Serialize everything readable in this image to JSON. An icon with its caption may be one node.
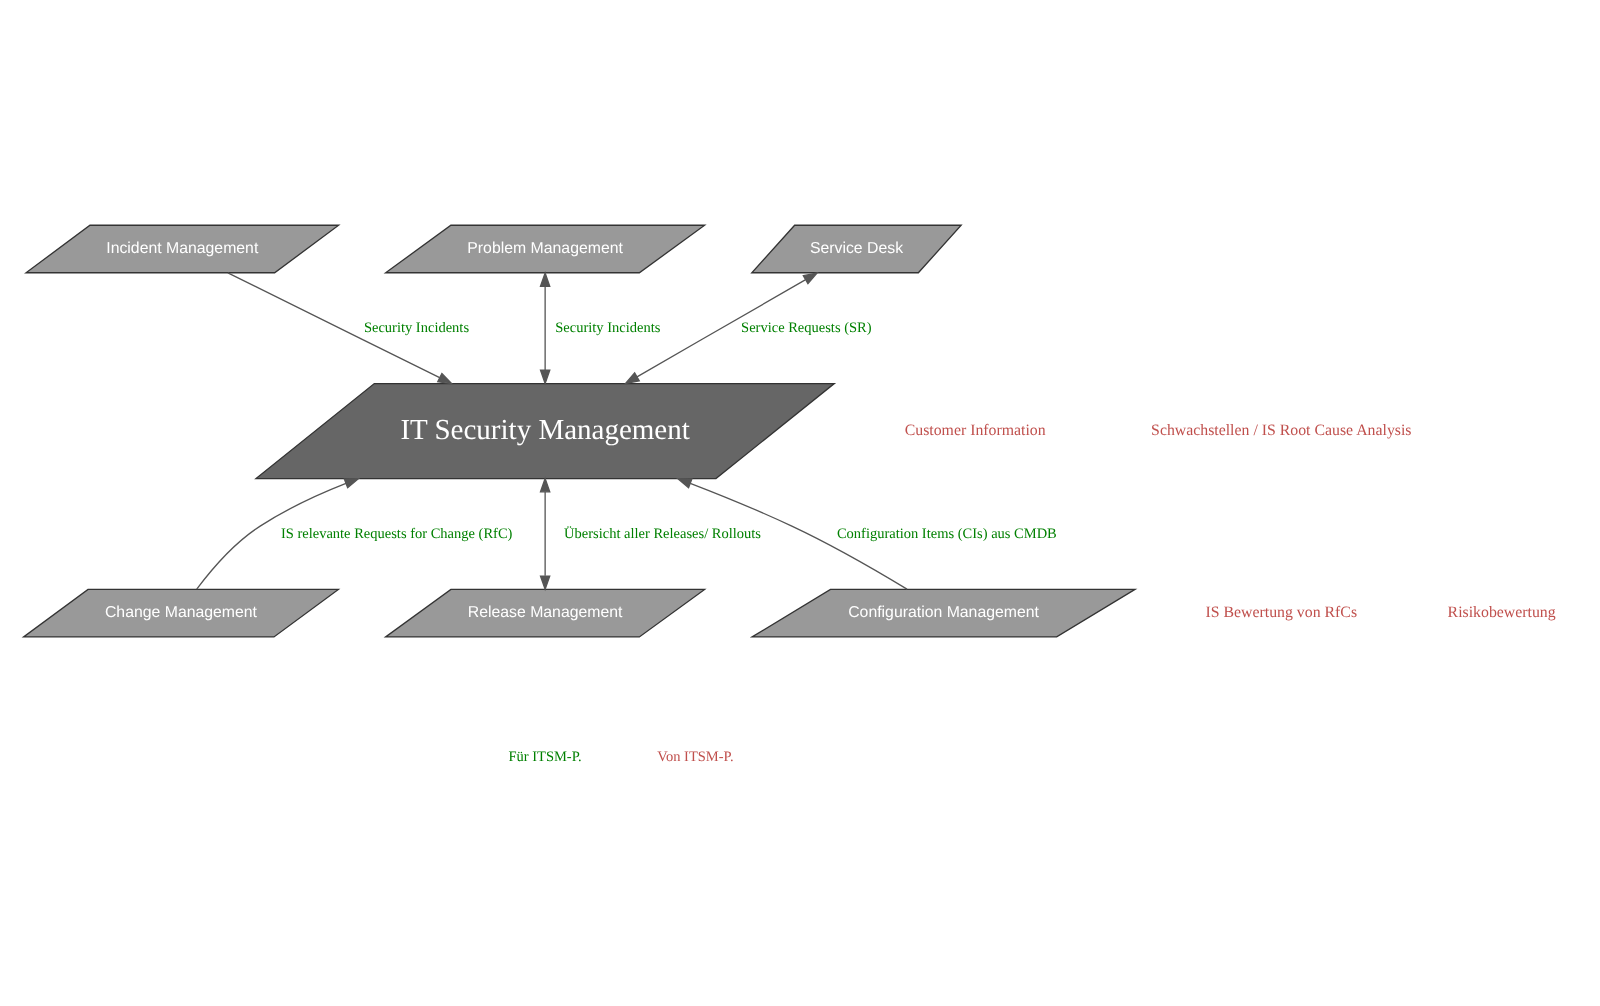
{
  "diagram": {
    "nodes": [
      {
        "text": [
          "Incident Management"
        ]
      },
      {
        "text": [
          "Problem Management"
        ]
      },
      {
        "text": [
          "Service Desk"
        ]
      },
      {
        "text": [
          "IT Security Management"
        ]
      },
      {
        "text": [
          "Change Management"
        ]
      },
      {
        "text": [
          "Release Management"
        ]
      },
      {
        "text": [
          "Configuration Management"
        ]
      }
    ],
    "edges": [
      {
        "from": 0,
        "to": 3,
        "arrow": "to",
        "label": "Security Incidents"
      },
      {
        "from": 3,
        "to": 1,
        "arrow": "both",
        "label": "Security Incidents"
      },
      {
        "from": 3,
        "to": 2,
        "arrow": "both",
        "label": "Service Requests (SR)"
      },
      {
        "from": 4,
        "to": 3,
        "arrow": "to",
        "label": "IS relevante Requests for Change (RfC)"
      },
      {
        "from": 3,
        "to": 5,
        "arrow": "both",
        "label": "Übersicht aller Releases/ Rollouts"
      },
      {
        "from": 6,
        "to": 3,
        "arrow": "to",
        "label": "Configuration Items (CIs) aus CMDB"
      }
    ],
    "labels": [
      "Customer Information",
      "Schwachstellen / IS Root Cause Analysis",
      "IS Bewertung von RfCs",
      "Risikobewertung"
    ],
    "legend": [
      {
        "text": "Für ITSM-P.",
        "color": "#008000"
      },
      {
        "text": "Von ITSM-P.",
        "color": "#c0504d"
      }
    ]
  }
}
